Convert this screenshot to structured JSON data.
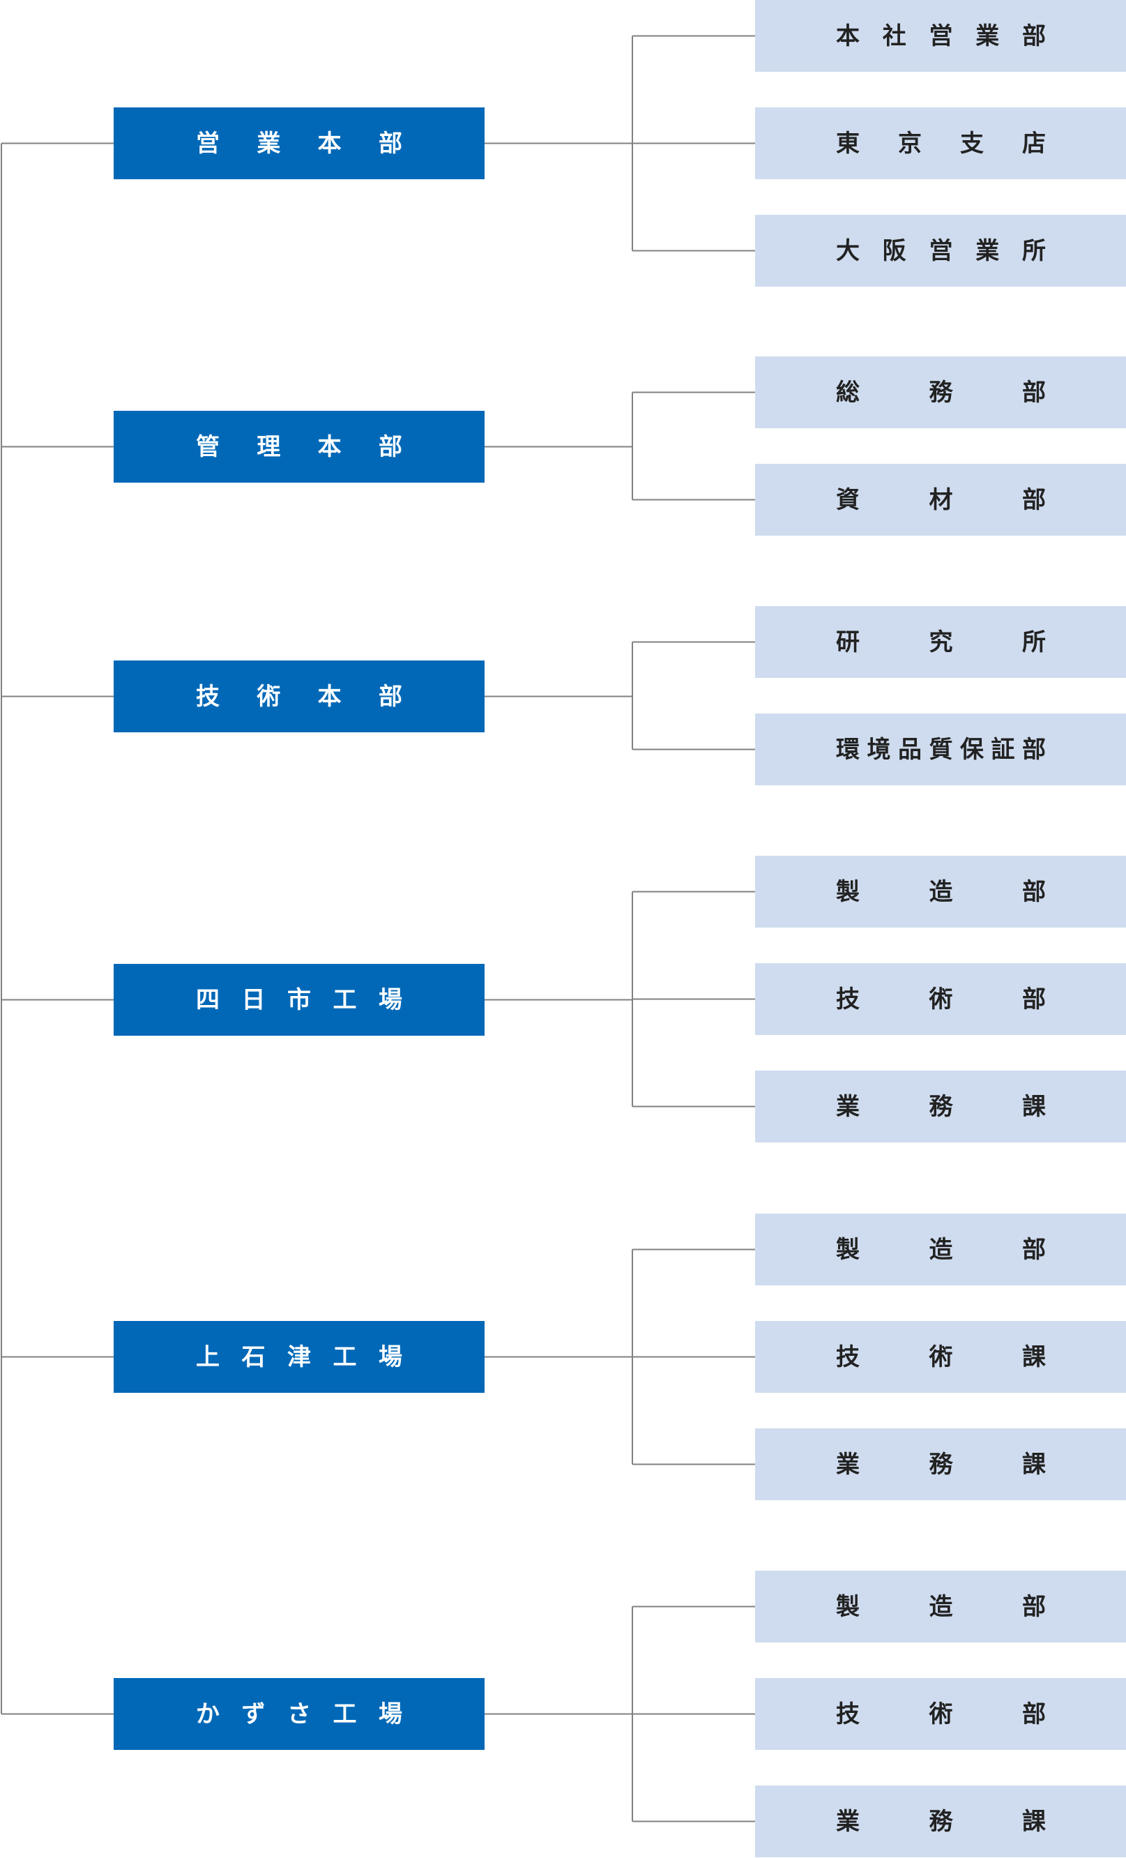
{
  "colors": {
    "head_bg": "#0068b7",
    "head_text": "#ffffff",
    "dept_bg": "#cfdcef",
    "dept_text": "#222222",
    "line": "#808080"
  },
  "groups": [
    {
      "label": "営業本部",
      "children": [
        "本社営業部",
        "東京支店",
        "大阪営業所"
      ]
    },
    {
      "label": "管理本部",
      "children": [
        "総務部",
        "資材部"
      ]
    },
    {
      "label": "技術本部",
      "children": [
        "研究所",
        "環境品質保証部"
      ]
    },
    {
      "label": "四日市工場",
      "children": [
        "製造部",
        "技術部",
        "業務課"
      ]
    },
    {
      "label": "上石津工場",
      "children": [
        "製造部",
        "技術課",
        "業務課"
      ]
    },
    {
      "label": "かずさ工場",
      "children": [
        "製造部",
        "技術部",
        "業務課"
      ]
    }
  ]
}
